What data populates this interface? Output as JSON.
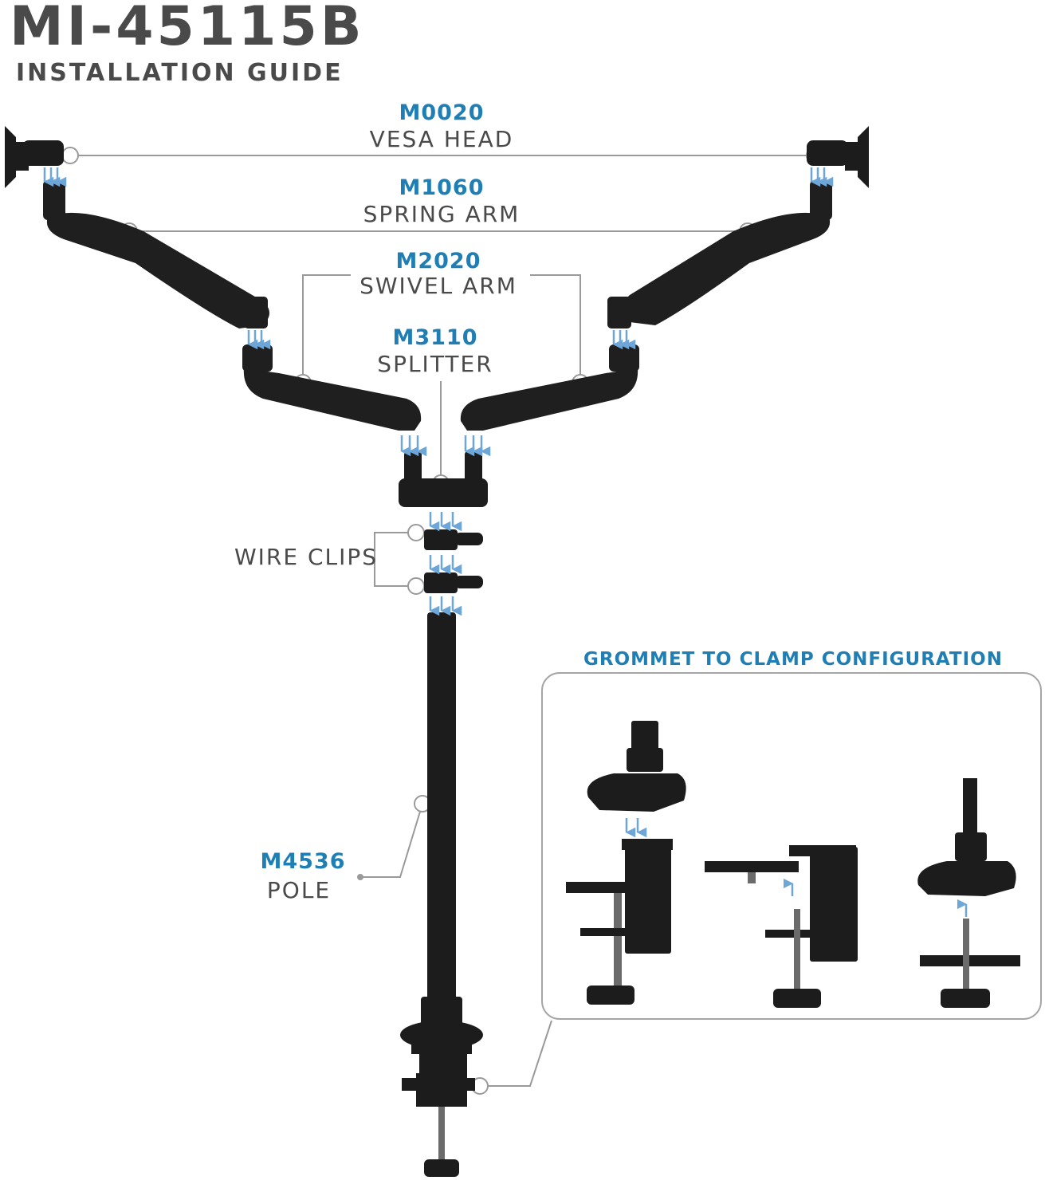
{
  "header": {
    "title": "MI-45115B",
    "subtitle": "INSTALLATION GUIDE"
  },
  "parts": {
    "vesa_head": {
      "code": "M0020",
      "name": "VESA HEAD"
    },
    "spring_arm": {
      "code": "M1060",
      "name": "SPRING ARM"
    },
    "swivel_arm": {
      "code": "M2020",
      "name": "SWIVEL ARM"
    },
    "splitter": {
      "code": "M3110",
      "name": "SPLITTER"
    },
    "wire_clips": {
      "name": "WIRE CLIPS"
    },
    "pole": {
      "code": "M4536",
      "name": "POLE"
    }
  },
  "grommet_section": {
    "title": "GROMMET TO CLAMP CONFIGURATION"
  },
  "colors": {
    "accent_blue": "#1f7fb5",
    "text_gray": "#4a4a4a",
    "leader_gray": "#9a9a9a",
    "hardware_black": "#1c1c1c",
    "arrow_blue": "#6ea6d8"
  }
}
